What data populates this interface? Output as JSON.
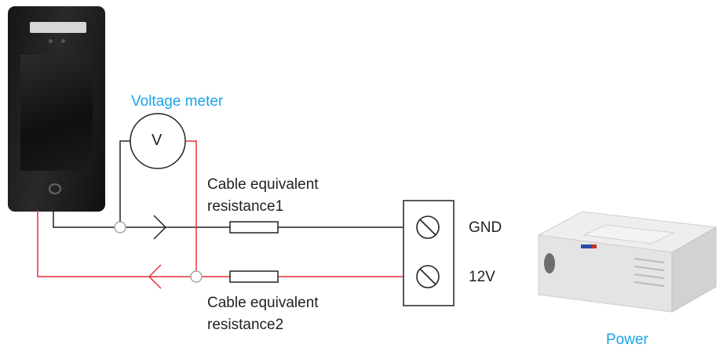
{
  "labels": {
    "voltage_meter": "Voltage meter",
    "meter_symbol": "V",
    "cable1_line1": "Cable equivalent",
    "cable1_line2": "resistance1",
    "cable2_line1": "Cable equivalent",
    "cable2_line2": "resistance2",
    "gnd": "GND",
    "v12": "12V",
    "power": "Power"
  },
  "colors": {
    "accent_label": "#1aa3e8",
    "wire_black": "#222222",
    "wire_red": "#e8303a",
    "junction_gray": "#9a9a9a"
  },
  "icons": {
    "device": "access-control-terminal",
    "power_supply": "power-supply-box"
  }
}
